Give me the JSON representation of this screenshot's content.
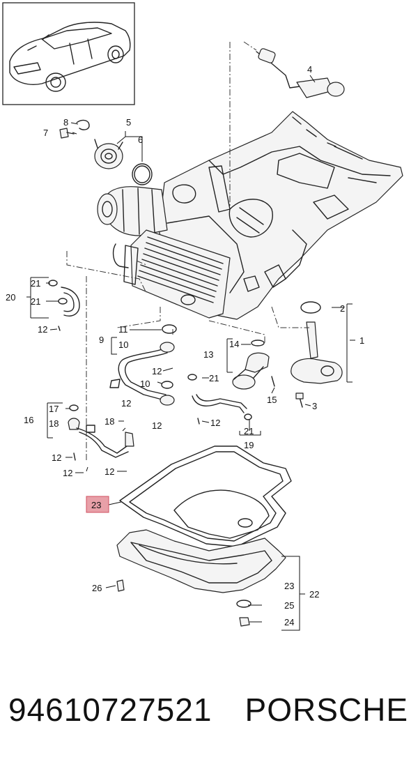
{
  "caption": {
    "part_number": "94610727521",
    "brand": "PORSCHE"
  },
  "highlight_color": "#e8a0a8",
  "callouts": [
    {
      "id": "c1",
      "text": "1"
    },
    {
      "id": "c2",
      "text": "2"
    },
    {
      "id": "c3",
      "text": "3"
    },
    {
      "id": "c4",
      "text": "4"
    },
    {
      "id": "c5",
      "text": "5"
    },
    {
      "id": "c6",
      "text": "6"
    },
    {
      "id": "c7",
      "text": "7"
    },
    {
      "id": "c8",
      "text": "8"
    },
    {
      "id": "c9",
      "text": "9"
    },
    {
      "id": "c10",
      "text": "10"
    },
    {
      "id": "c10b",
      "text": "10"
    },
    {
      "id": "c11",
      "text": "11"
    },
    {
      "id": "c12a",
      "text": "12"
    },
    {
      "id": "c12b",
      "text": "12"
    },
    {
      "id": "c12c",
      "text": "12"
    },
    {
      "id": "c12d",
      "text": "12"
    },
    {
      "id": "c12e",
      "text": "12"
    },
    {
      "id": "c12f",
      "text": "12"
    },
    {
      "id": "c12g",
      "text": "12"
    },
    {
      "id": "c12h",
      "text": "12"
    },
    {
      "id": "c13",
      "text": "13"
    },
    {
      "id": "c14",
      "text": "14"
    },
    {
      "id": "c15",
      "text": "15"
    },
    {
      "id": "c16",
      "text": "16"
    },
    {
      "id": "c17",
      "text": "17"
    },
    {
      "id": "c18",
      "text": "18"
    },
    {
      "id": "c18b",
      "text": "18"
    },
    {
      "id": "c19",
      "text": "19"
    },
    {
      "id": "c20",
      "text": "20"
    },
    {
      "id": "c21a",
      "text": "21"
    },
    {
      "id": "c21b",
      "text": "21"
    },
    {
      "id": "c21c",
      "text": "21"
    },
    {
      "id": "c21d",
      "text": "21"
    },
    {
      "id": "c22",
      "text": "22"
    },
    {
      "id": "c23",
      "text": "23"
    },
    {
      "id": "c23b",
      "text": "23"
    },
    {
      "id": "c24",
      "text": "24"
    },
    {
      "id": "c25",
      "text": "25"
    },
    {
      "id": "c26",
      "text": "26"
    }
  ]
}
